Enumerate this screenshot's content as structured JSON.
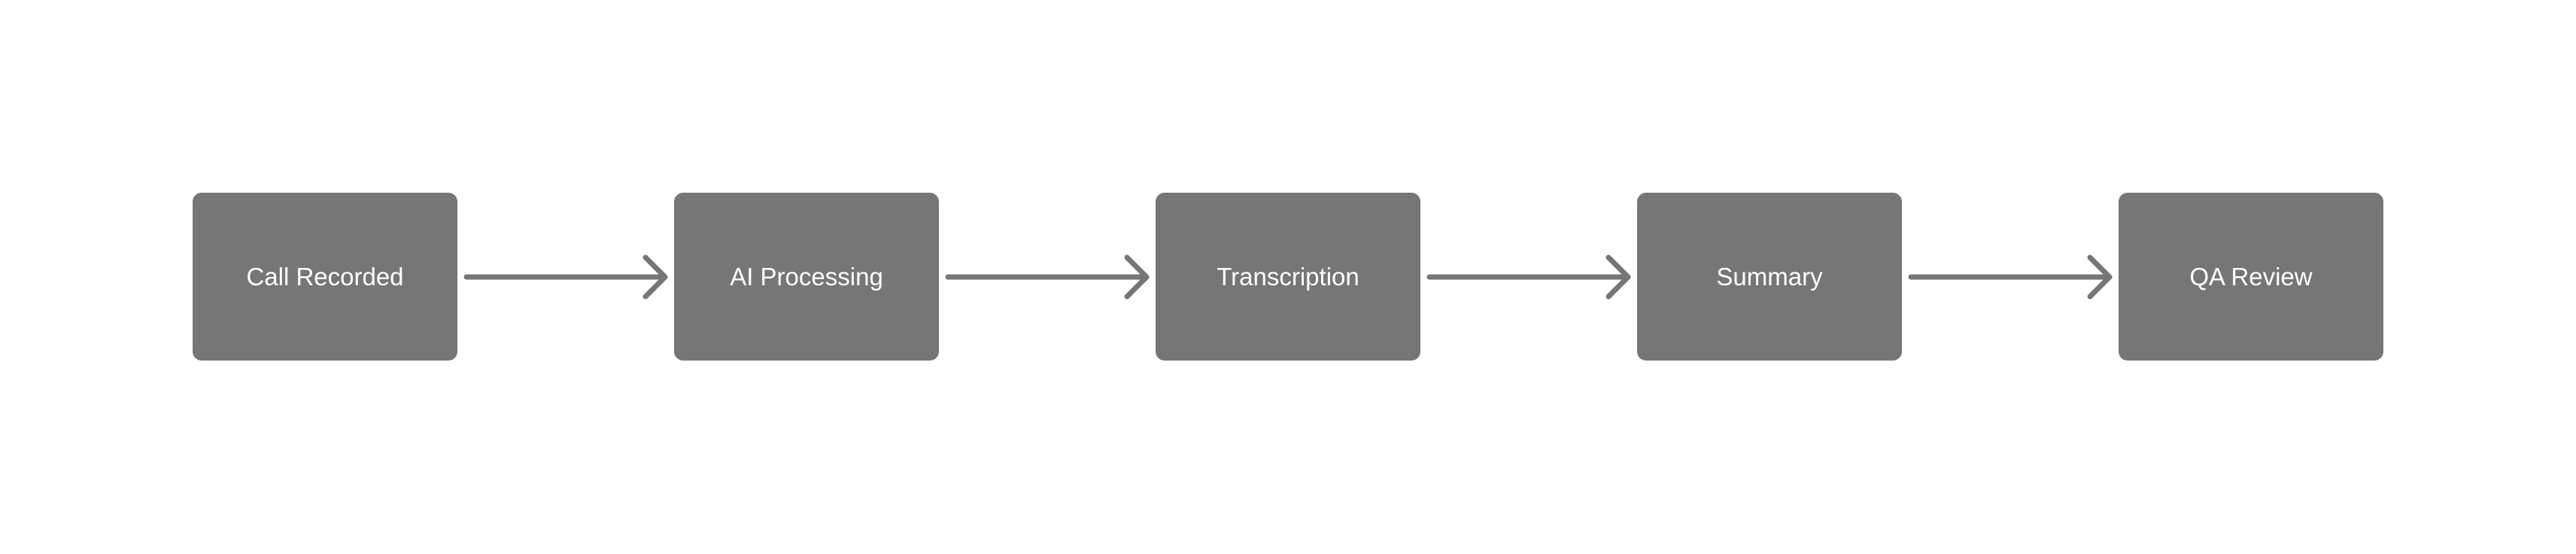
{
  "diagram": {
    "nodes": [
      {
        "label": "Call Recorded"
      },
      {
        "label": "AI Processing"
      },
      {
        "label": "Transcription"
      },
      {
        "label": "Summary"
      },
      {
        "label": "QA Review"
      }
    ],
    "colors": {
      "node_fill": "#767676",
      "arrow": "#767676",
      "text": "#ffffff",
      "background": "#ffffff"
    }
  }
}
